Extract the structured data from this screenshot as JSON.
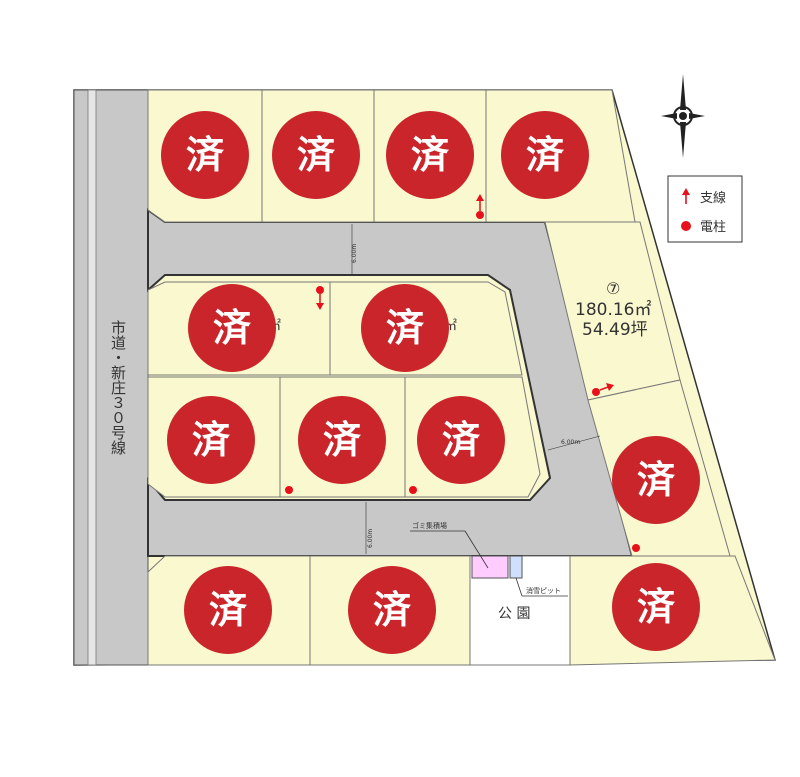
{
  "road_name": "市道・新庄３０号線",
  "sold_stamp": "済",
  "road_widths": [
    "6.00m",
    "6.00m",
    "6.00m"
  ],
  "lot7": {
    "number": "⑦",
    "area_m2": "180.16㎡",
    "area_tsubo": "54.49坪"
  },
  "park_label": "公 園",
  "garbage_label": "ゴミ集積場",
  "hydrant_label": "消雪ピット",
  "legend": {
    "stay_wire": "支線",
    "utility_pole": "電柱"
  },
  "colors": {
    "lot": "#f9f8cf",
    "road": "#c8c8c8",
    "stamp": "#c9252a",
    "park": "#ffffff"
  },
  "partial_fragments": [
    "㎡",
    "坪",
    "㎡"
  ]
}
